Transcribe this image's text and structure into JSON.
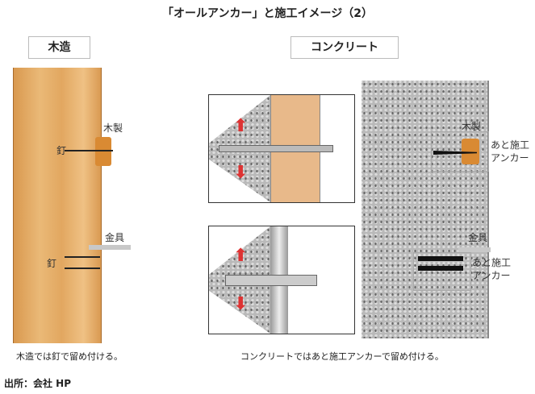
{
  "title": "「オールアンカー」と施工イメージ（2）",
  "sections": {
    "wood": "木造",
    "concrete": "コンクリート"
  },
  "wood_labels": {
    "wood_block": "木製",
    "nail_top": "釘",
    "metal_fitting": "金具",
    "nail_bottom": "釘"
  },
  "concrete_labels": {
    "wood_block": "木製",
    "anchor_top": "あと施工\nアンカー",
    "metal_fitting": "金具",
    "anchor_bottom": "あと施工\nアンカー"
  },
  "captions": {
    "wood": "木造では釘で留め付ける。",
    "concrete": "コンクリートではあと施工アンカーで留め付ける。"
  },
  "source": "出所：会社 HP",
  "colors": {
    "wood": "#e2aa62",
    "block": "#d98a33",
    "arrow": "#d33333"
  }
}
